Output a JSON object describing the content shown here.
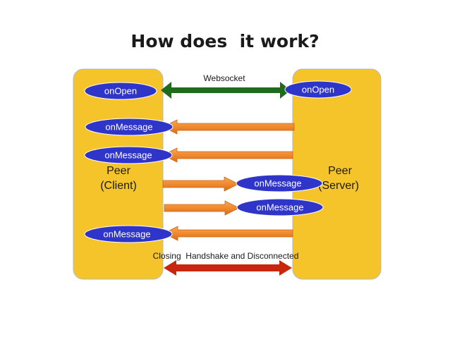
{
  "title": "How does  it work?",
  "client": {
    "line1": "Peer",
    "line2": "(Client)"
  },
  "server": {
    "line1": "Peer",
    "line2": "(Server)"
  },
  "connection_label": "Websocket",
  "closing_label": "Closing  Handshake and Disconnected",
  "events": {
    "client_open": "onOpen",
    "server_open": "onOpen",
    "client_message_1": "onMessage",
    "client_message_2": "onMessage",
    "server_message_1": "onMessage",
    "server_message_2": "onMessage",
    "client_message_3": "onMessage"
  },
  "colors": {
    "peer_box": "#F4C42A",
    "peer_border": "#B8B8B8",
    "event_oval": "#2F35C9",
    "websocket_arrow": "#1D6B1B",
    "message_arrow": "#F08A2E",
    "closing_arrow": "#C8260E"
  }
}
